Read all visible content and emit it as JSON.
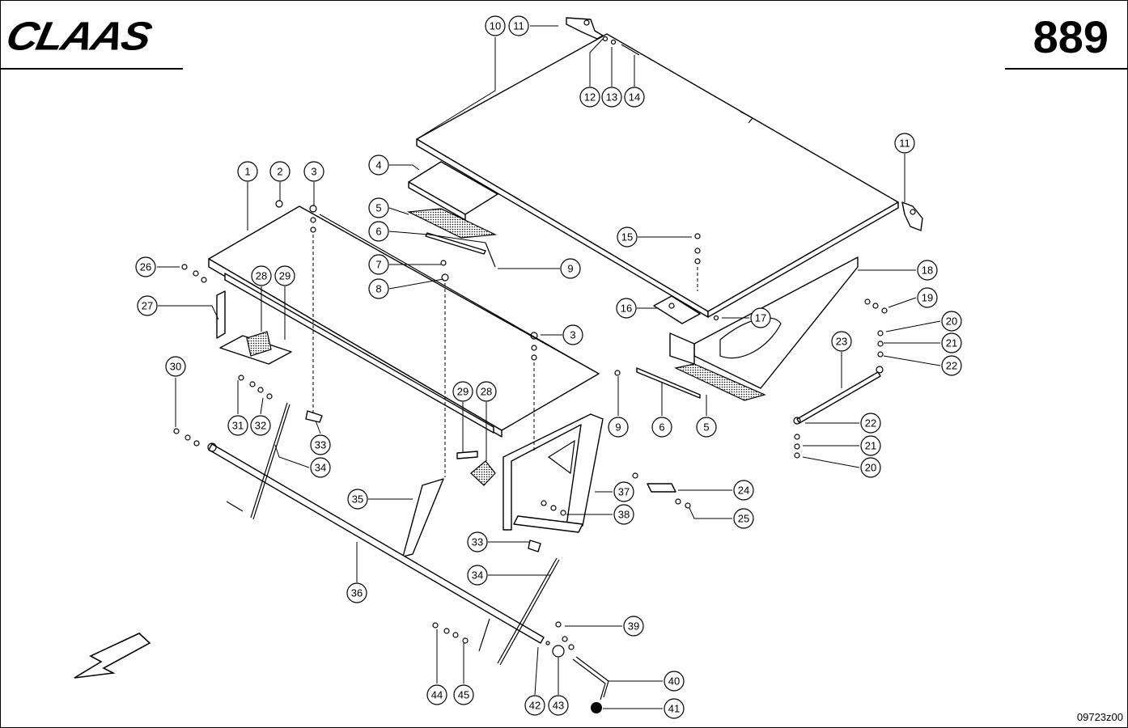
{
  "header": {
    "brand": "CLAAS",
    "page_number": "889"
  },
  "footer": {
    "drawing_code": "09723z00"
  },
  "callouts": [
    {
      "id": "c10",
      "label": "10"
    },
    {
      "id": "c11a",
      "label": "11"
    },
    {
      "id": "c12",
      "label": "12"
    },
    {
      "id": "c13",
      "label": "13"
    },
    {
      "id": "c14",
      "label": "14"
    },
    {
      "id": "c11b",
      "label": "11"
    },
    {
      "id": "c1",
      "label": "1"
    },
    {
      "id": "c2",
      "label": "2"
    },
    {
      "id": "c3a",
      "label": "3"
    },
    {
      "id": "c4",
      "label": "4"
    },
    {
      "id": "c5a",
      "label": "5"
    },
    {
      "id": "c6a",
      "label": "6"
    },
    {
      "id": "c7",
      "label": "7"
    },
    {
      "id": "c8",
      "label": "8"
    },
    {
      "id": "c9a",
      "label": "9"
    },
    {
      "id": "c15",
      "label": "15"
    },
    {
      "id": "c18",
      "label": "18"
    },
    {
      "id": "c19",
      "label": "19"
    },
    {
      "id": "c16",
      "label": "16"
    },
    {
      "id": "c17",
      "label": "17"
    },
    {
      "id": "c20a",
      "label": "20"
    },
    {
      "id": "c21a",
      "label": "21"
    },
    {
      "id": "c22a",
      "label": "22"
    },
    {
      "id": "c23",
      "label": "23"
    },
    {
      "id": "c26",
      "label": "26"
    },
    {
      "id": "c28a",
      "label": "28"
    },
    {
      "id": "c29a",
      "label": "29"
    },
    {
      "id": "c27",
      "label": "27"
    },
    {
      "id": "c3b",
      "label": "3"
    },
    {
      "id": "c30",
      "label": "30"
    },
    {
      "id": "c31",
      "label": "31"
    },
    {
      "id": "c32",
      "label": "32"
    },
    {
      "id": "c33a",
      "label": "33"
    },
    {
      "id": "c34a",
      "label": "34"
    },
    {
      "id": "c29b",
      "label": "29"
    },
    {
      "id": "c28b",
      "label": "28"
    },
    {
      "id": "c9b",
      "label": "9"
    },
    {
      "id": "c6b",
      "label": "6"
    },
    {
      "id": "c5b",
      "label": "5"
    },
    {
      "id": "c22b",
      "label": "22"
    },
    {
      "id": "c21b",
      "label": "21"
    },
    {
      "id": "c20b",
      "label": "20"
    },
    {
      "id": "c35",
      "label": "35"
    },
    {
      "id": "c37",
      "label": "37"
    },
    {
      "id": "c24",
      "label": "24"
    },
    {
      "id": "c25",
      "label": "25"
    },
    {
      "id": "c38",
      "label": "38"
    },
    {
      "id": "c36",
      "label": "36"
    },
    {
      "id": "c33b",
      "label": "33"
    },
    {
      "id": "c34b",
      "label": "34"
    },
    {
      "id": "c39",
      "label": "39"
    },
    {
      "id": "c40",
      "label": "40"
    },
    {
      "id": "c44",
      "label": "44"
    },
    {
      "id": "c45",
      "label": "45"
    },
    {
      "id": "c42",
      "label": "42"
    },
    {
      "id": "c43",
      "label": "43"
    },
    {
      "id": "c41",
      "label": "41"
    }
  ]
}
